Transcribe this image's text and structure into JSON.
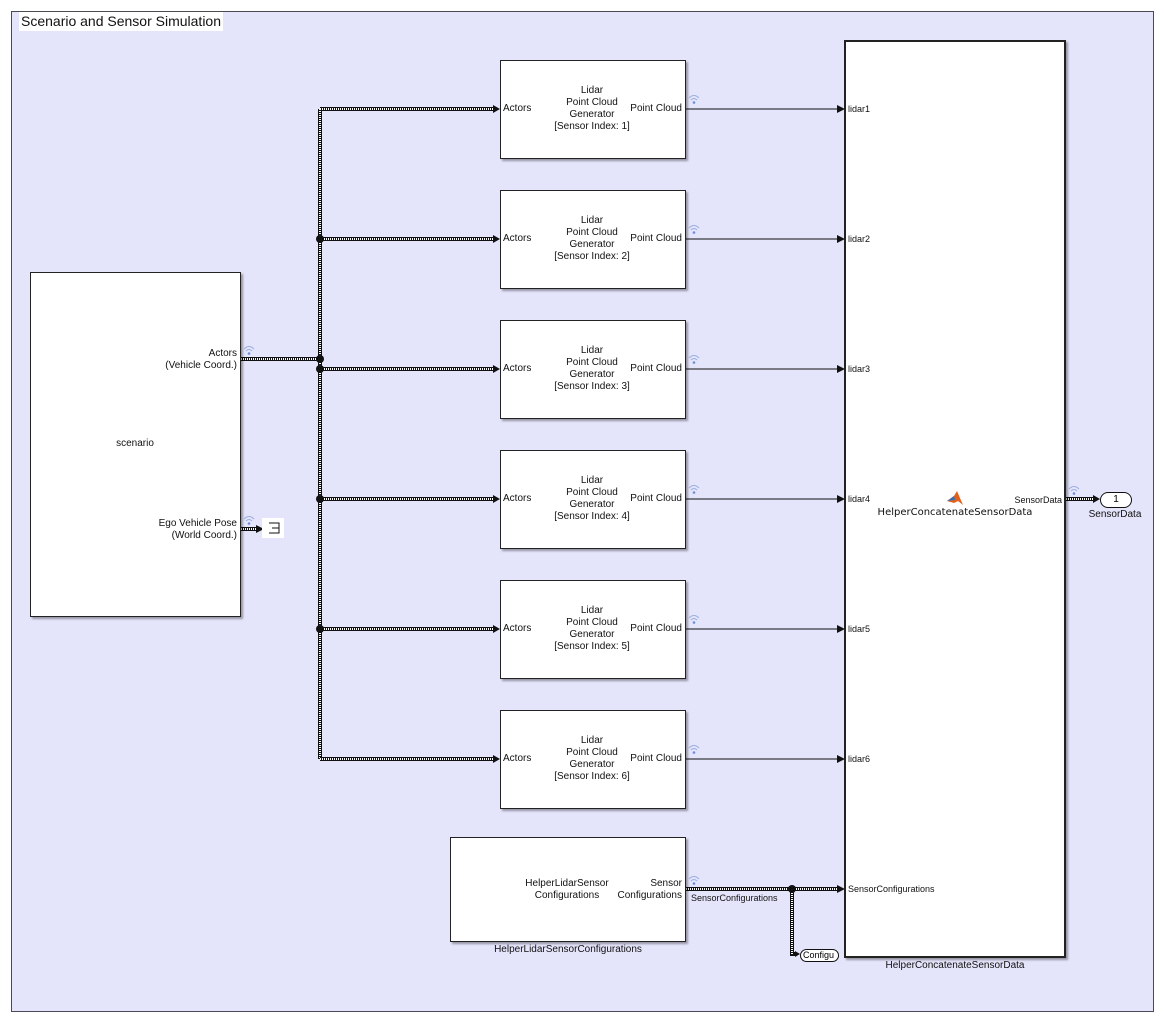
{
  "area": {
    "title": "Scenario and Sensor Simulation"
  },
  "scenario_block": {
    "name": "scenario",
    "ports": {
      "actors": [
        "Actors",
        "(Vehicle Coord.)"
      ],
      "ego_pose": [
        "Ego Vehicle Pose",
        "(World Coord.)"
      ]
    }
  },
  "lidar_blocks": [
    {
      "title_lines": [
        "Lidar",
        "Point Cloud",
        "Generator",
        "[Sensor Index: 1]"
      ],
      "in_port": "Actors",
      "out_port": "Point Cloud"
    },
    {
      "title_lines": [
        "Lidar",
        "Point Cloud",
        "Generator",
        "[Sensor Index: 2]"
      ],
      "in_port": "Actors",
      "out_port": "Point Cloud"
    },
    {
      "title_lines": [
        "Lidar",
        "Point Cloud",
        "Generator",
        "[Sensor Index: 3]"
      ],
      "in_port": "Actors",
      "out_port": "Point Cloud"
    },
    {
      "title_lines": [
        "Lidar",
        "Point Cloud",
        "Generator",
        "[Sensor Index: 4]"
      ],
      "in_port": "Actors",
      "out_port": "Point Cloud"
    },
    {
      "title_lines": [
        "Lidar",
        "Point Cloud",
        "Generator",
        "[Sensor Index: 5]"
      ],
      "in_port": "Actors",
      "out_port": "Point Cloud"
    },
    {
      "title_lines": [
        "Lidar",
        "Point Cloud",
        "Generator",
        "[Sensor Index: 6]"
      ],
      "in_port": "Actors",
      "out_port": "Point Cloud"
    }
  ],
  "config_block": {
    "inner_lines": [
      "HelperLidarSensor",
      "Configurations"
    ],
    "out_port_lines": [
      "Sensor",
      "Configurations"
    ],
    "caption": "HelperLidarSensorConfigurations",
    "signal_label": "SensorConfigurations"
  },
  "concat_block": {
    "name": "HelperConcatenateSensorData",
    "caption": "HelperConcatenateSensorData",
    "in_ports": [
      "lidar1",
      "lidar2",
      "lidar3",
      "lidar4",
      "lidar5",
      "lidar6",
      "SensorConfigurations"
    ],
    "out_port": "SensorData",
    "icon": "matlab-logo-icon"
  },
  "outport": {
    "number": "1",
    "label": "SensorData"
  },
  "goto_tag": {
    "label": "Configu"
  },
  "colors": {
    "canvas": "#e4e4fb",
    "wifi": "#6b8fd6",
    "matlab_orange": "#e2611c"
  }
}
